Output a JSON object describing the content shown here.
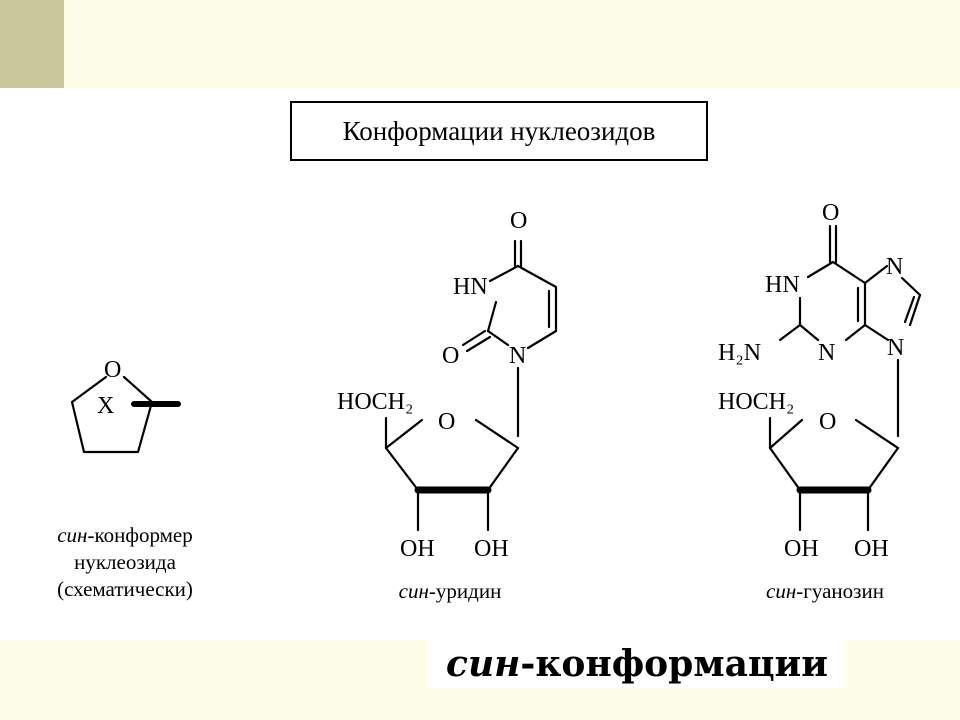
{
  "title": "Конформации нуклеозидов",
  "schematic": {
    "ring_atom": "O",
    "substituent": "X",
    "caption_prefix": "син",
    "caption_line1_rest": "-конформер",
    "caption_line2": "нуклеозида",
    "caption_line3": "(схематически)"
  },
  "uridine": {
    "atoms": {
      "o_top": "O",
      "hn": "HN",
      "o_left": "O",
      "n_glyco": "N",
      "hoch2": "HOCH₂",
      "ring_o": "O",
      "oh_left": "OH",
      "oh_right": "OH"
    },
    "caption_prefix": "син",
    "caption_rest": "-уридин"
  },
  "guanosine": {
    "atoms": {
      "o_top": "O",
      "hn": "HN",
      "n7": "N",
      "h2n": "H₂N",
      "n3": "N",
      "n9": "N",
      "hoch2": "HOCH₂",
      "ring_o": "O",
      "oh_left": "OH",
      "oh_right": "OH"
    },
    "caption_prefix": "син",
    "caption_rest": "-гуанозин"
  },
  "footer": {
    "prefix": "син",
    "rest": "-конформации"
  }
}
